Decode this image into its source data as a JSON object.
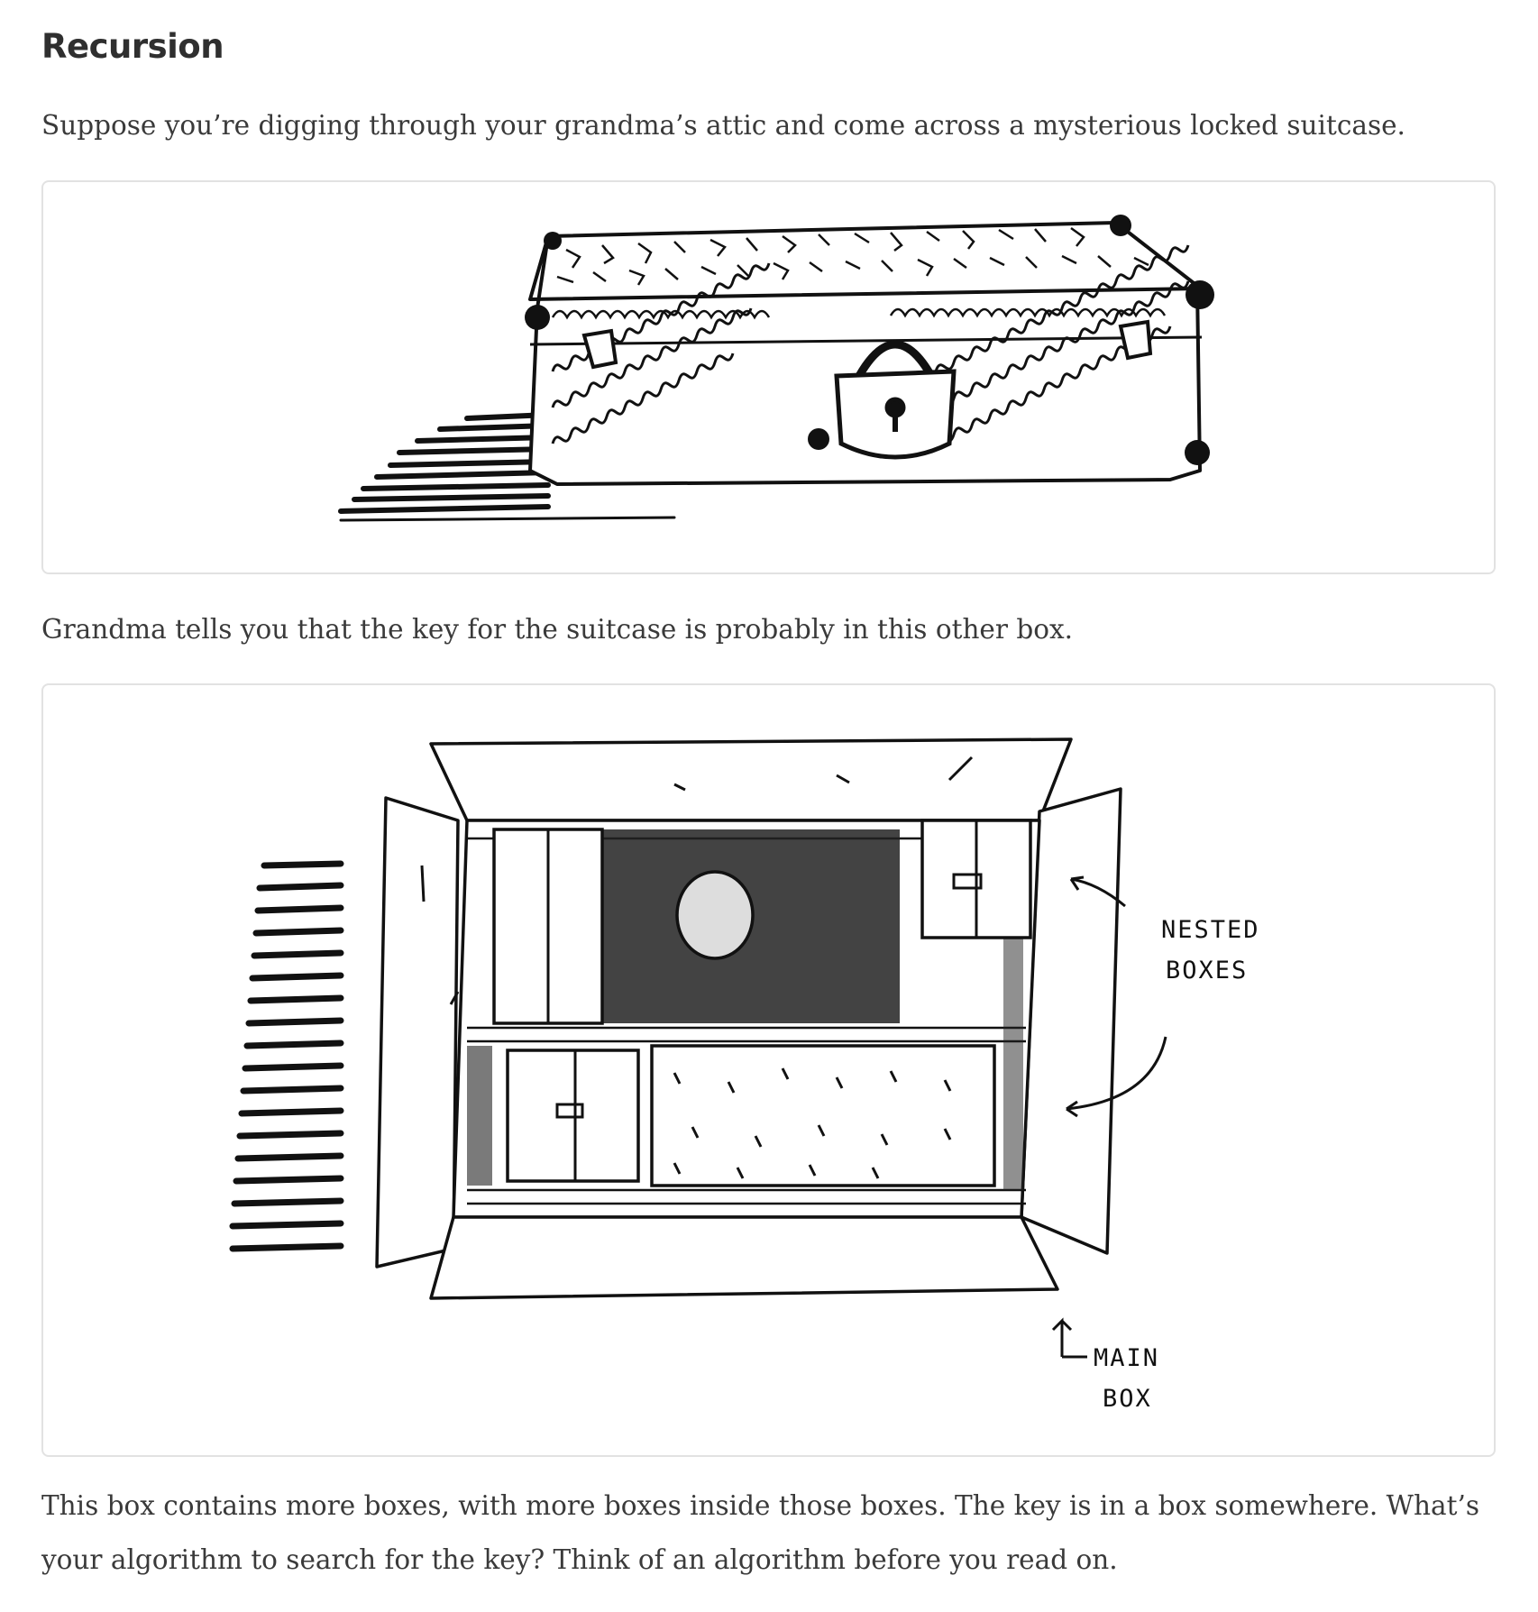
{
  "section": {
    "title": "Recursion"
  },
  "paragraphs": {
    "intro": "Suppose you’re digging through your grandma’s attic and come across a mysterious locked suitcase.",
    "key_hint": "Grandma tells you that the key for the suitcase is probably in this other box.",
    "question": "This box contains more boxes, with more boxes inside those boxes. The key is in a box somewhere. What’s your algorithm to search for the key? Think of an algorithm before you read on."
  },
  "figures": {
    "suitcase": {
      "depicts": "locked suitcase with padlock"
    },
    "boxes": {
      "annotation_nested_line1": "NESTED",
      "annotation_nested_line2": "BOXES",
      "annotation_main_line1": "MAIN",
      "annotation_main_line2": "BOX"
    }
  },
  "colors": {
    "ink": "#111111",
    "border": "#e2e2e2",
    "text": "#3a3a3a"
  }
}
